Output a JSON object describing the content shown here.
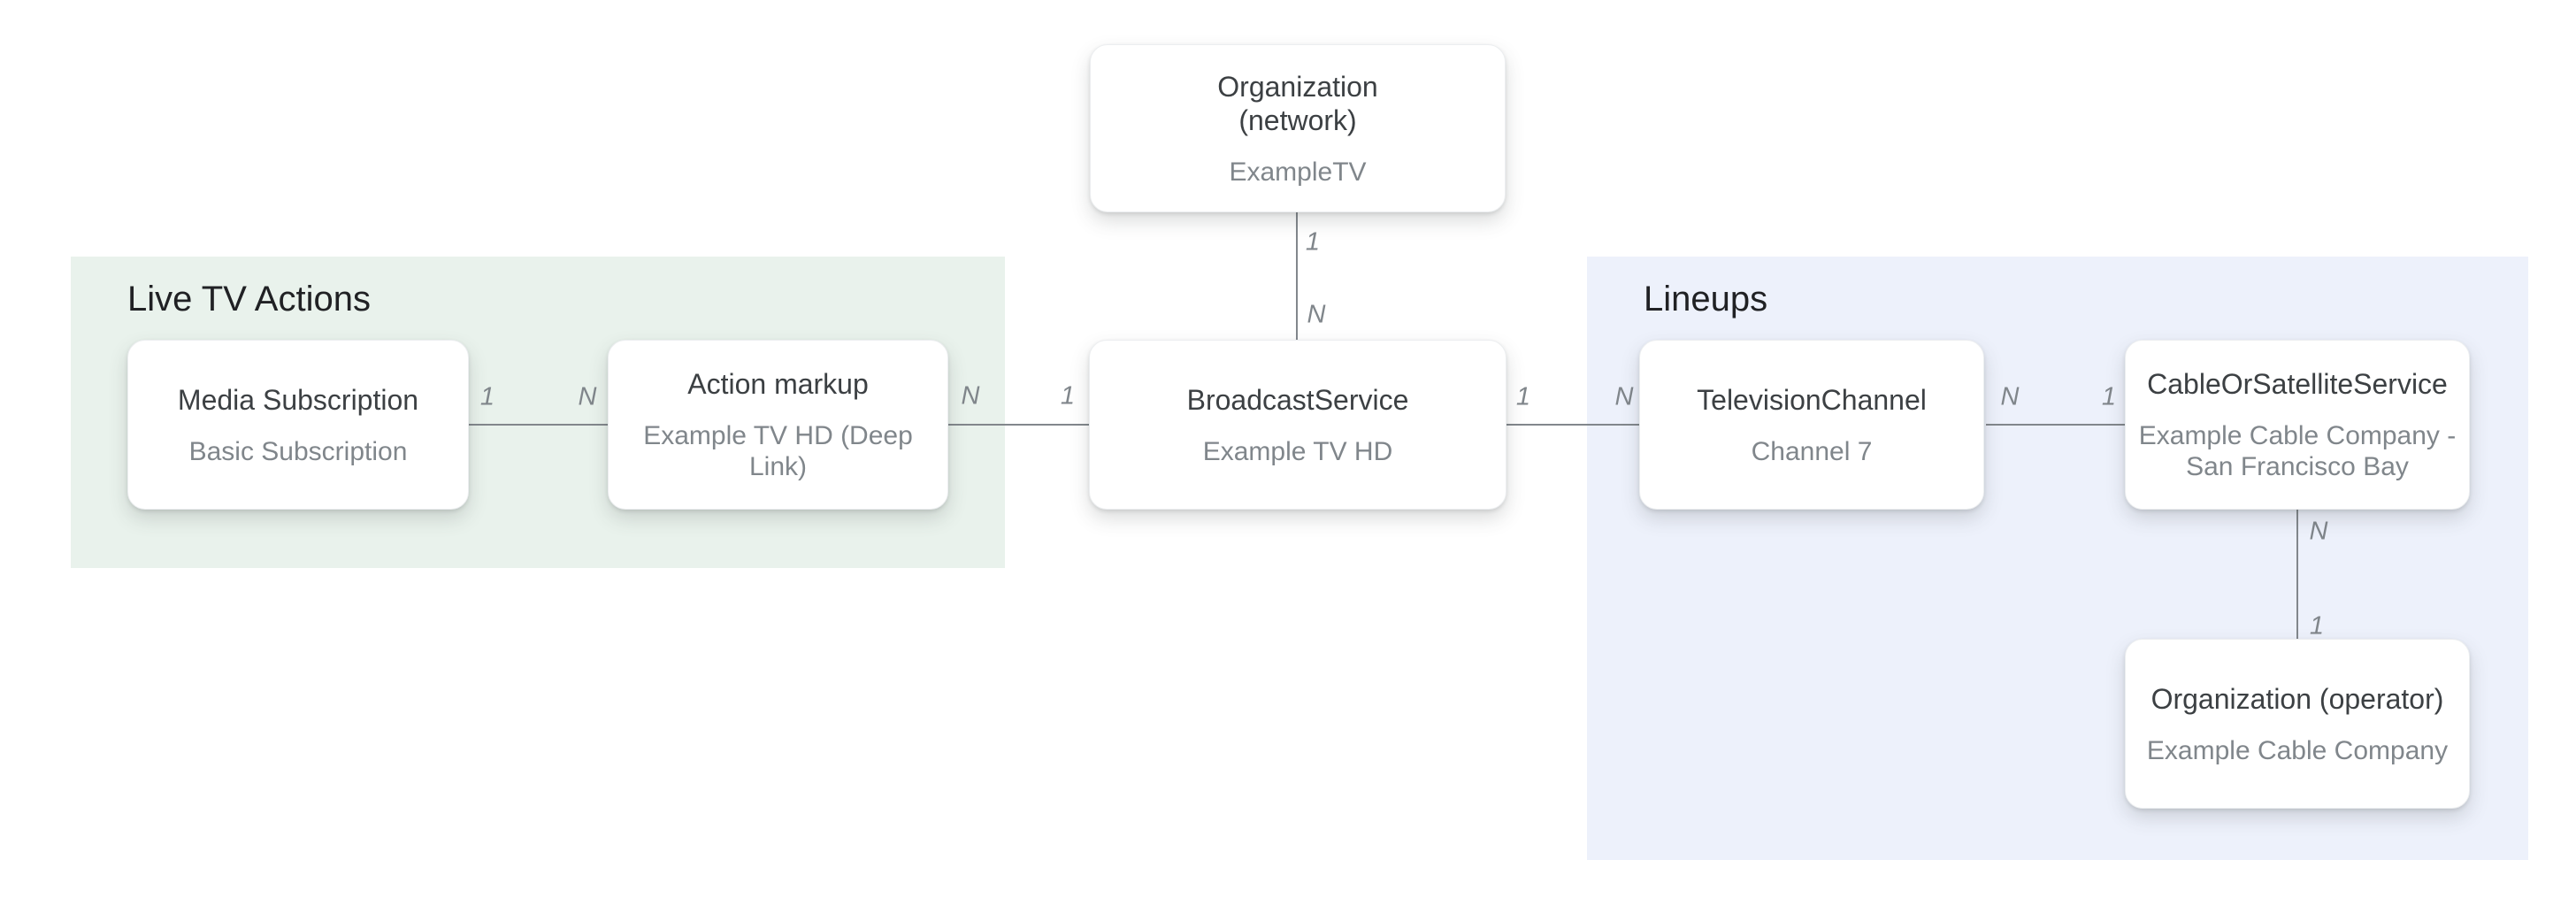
{
  "regions": {
    "live_tv_actions": {
      "label": "Live TV Actions"
    },
    "lineups": {
      "label": "Lineups"
    }
  },
  "nodes": {
    "organization_network": {
      "title": "Organization\n(network)",
      "subtitle": "ExampleTV"
    },
    "media_subscription": {
      "title": "Media Subscription",
      "subtitle": "Basic Subscription"
    },
    "action_markup": {
      "title": "Action markup",
      "subtitle": "Example TV HD (Deep Link)"
    },
    "broadcast_service": {
      "title": "BroadcastService",
      "subtitle": "Example TV HD"
    },
    "television_channel": {
      "title": "TelevisionChannel",
      "subtitle": "Channel 7"
    },
    "cable_or_satellite_service": {
      "title": "CableOrSatelliteService",
      "subtitle": "Example Cable Company -\nSan Francisco Bay"
    },
    "organization_operator": {
      "title": "Organization (operator)",
      "subtitle": "Example Cable Company"
    }
  },
  "edges": {
    "network_to_broadcast": {
      "top_label": "1",
      "bottom_label": "N"
    },
    "media_to_action": {
      "left_label": "1",
      "right_label": "N"
    },
    "action_to_broadcast": {
      "left_label": "N",
      "right_label": "1"
    },
    "broadcast_to_channel": {
      "left_label": "1",
      "right_label": "N"
    },
    "channel_to_cable": {
      "left_label": "N",
      "right_label": "1"
    },
    "cable_to_operator": {
      "top_label": "N",
      "bottom_label": "1"
    }
  },
  "colors": {
    "page_bg": "#ffffff",
    "live_tv_actions_bg": "#e9f2ec",
    "lineups_bg": "#edf1fb",
    "node_bg": "#ffffff",
    "node_border": "#eceef0",
    "connector": "#82878c",
    "edge_label": "#80868b",
    "node_title": "#3c4043",
    "node_subtitle": "#80868b",
    "region_heading": "#202124"
  }
}
